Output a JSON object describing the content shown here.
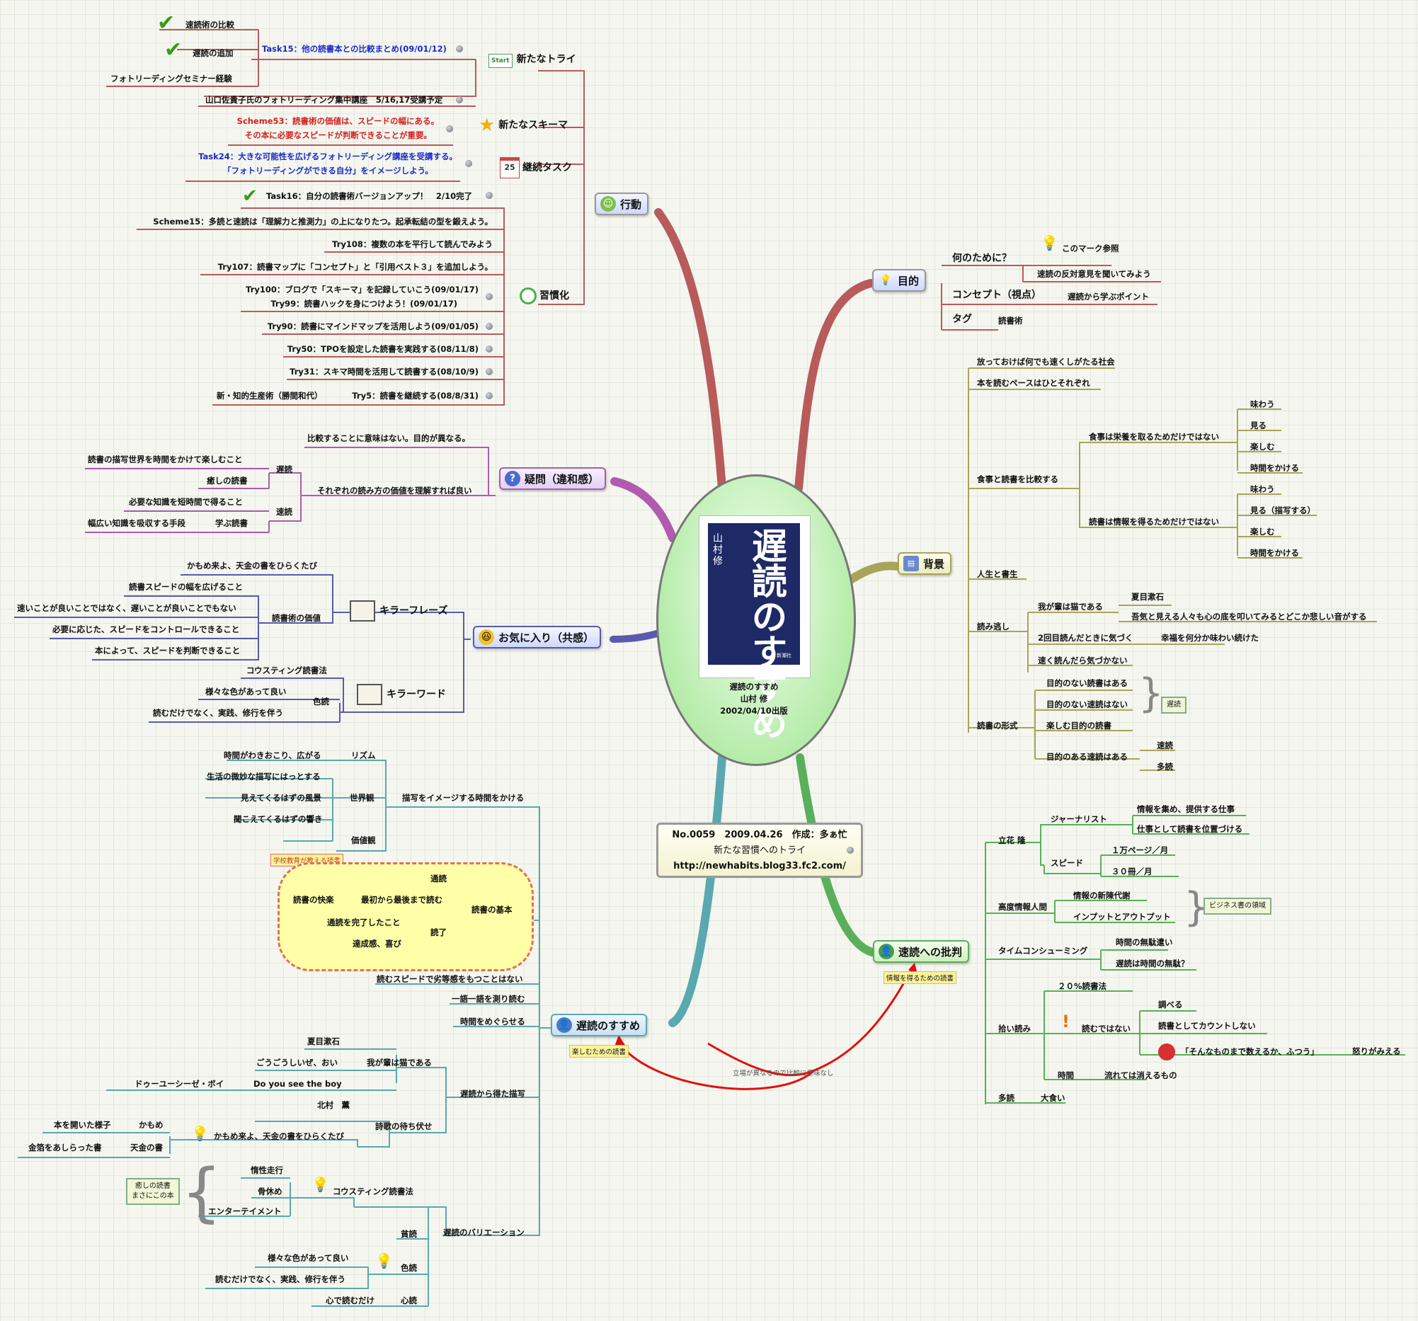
{
  "central": {
    "book_title": "遅読のすすめ",
    "book_author": "山村 修",
    "book_publisher": "新潮社",
    "caption": [
      "遅読のすすめ",
      "山村 修",
      "2002/04/10出版"
    ]
  },
  "info_box": {
    "line1": "No.0059　2009.04.26　作成：多ぁ忙",
    "line2": "新たな習慣へのトライ",
    "line3": "http://newhabits.blog33.fc2.com/"
  },
  "relation_label": "立場が異なるので比較に意味なし",
  "topics": {
    "action": {
      "label": "行動",
      "icon": "smiley-icon",
      "color": "#b85b5b"
    },
    "purpose": {
      "label": "目的",
      "icon": "lightbulb-icon",
      "color": "#b85b5b"
    },
    "background": {
      "label": "背景",
      "icon": "id-card-icon",
      "color": "#a8a45a"
    },
    "doubt": {
      "label": "疑問（違和感）",
      "icon": "question-icon",
      "color": "#b05ab0"
    },
    "favorite": {
      "label": "お気に入り（共感）",
      "icon": "laughing-face-icon",
      "color": "#5a5ab0"
    },
    "critique": {
      "label": "速読への批判",
      "icon": "person-icon",
      "color": "#5ab05a",
      "note": "情報を得るための読書"
    },
    "recommend": {
      "label": "遅読のすすめ",
      "icon": "person-icon",
      "color": "#5aa8b0",
      "note": "楽しむための読書"
    }
  },
  "action": {
    "new_try": {
      "label": "新たなトライ",
      "badge": "Start",
      "task": "Task15：他の読書本との比較まとめ(09/01/12)",
      "subs": [
        "速読術の比較",
        "遅読の追加",
        "フォトリーディングセミナー経験"
      ],
      "seminar": "山口佐貴子氏のフォトリーディング集中講座　5/16,17受講予定"
    },
    "new_schema": {
      "label": "新たなスキーマ",
      "lines": [
        "Scheme53：読書術の価値は、スピードの幅にある。",
        "その本に必要なスピードが判断できることが重要。"
      ]
    },
    "continue_task": {
      "label": "継続タスク",
      "calendar": "25",
      "lines": [
        "Task24：大きな可能性を広げるフォトリーディング講座を受講する。",
        "「フォトリーディングができる自分」をイメージしよう。"
      ]
    },
    "habit": {
      "label": "習慣化",
      "items": [
        "Task16：自分の読書術バージョンアップ！　2/10完了",
        "Scheme15：多読と速読は「理解力と推測力」の上になりたつ。起承転結の型を鍛えよう。",
        "Try108：複数の本を平行して読んでみよう",
        "Try107：読書マップに「コンセプト」と「引用ベスト３」を追加しよう。",
        "Try100：ブログで「スキーマ」を記録していこう(09/01/17)",
        "Try99：読書ハックを身につけよう！(09/01/17)",
        "Try90：読書にマインドマップを活用しよう(09/01/05)",
        "Try50：TPOを設定した読書を実践する(08/11/8)",
        "Try31：スキマ時間を活用して読書する(08/10/9)",
        "Try5：読書を継続する(08/8/31)"
      ],
      "try5_parent": "新・知的生産術（勝間和代）"
    }
  },
  "purpose": {
    "why": "何のために？",
    "mark": "このマーク参照",
    "opposite": "速読の反対意見を聞いてみよう",
    "concept": "コンセプト（視点）",
    "concept_val": "遅読から学ぶポイント",
    "tag": "タグ",
    "tag_val": "読書術"
  },
  "background": {
    "b1": "放っておけば何でも速くしがたる社会",
    "b2": "本を読むペースはひとそれぞれ",
    "compare": "食事と読書を比較する",
    "food": "食事は栄養を取るためだけではない",
    "food_items": [
      "味わう",
      "見る",
      "楽しむ",
      "時間をかける"
    ],
    "read": "読書は情報を得るためだけではない",
    "read_items": [
      "味わう",
      "見る（描写する）",
      "楽しむ",
      "時間をかける"
    ],
    "life": "人生と書生",
    "miss": "読み逃し",
    "cat": "我が輩は猫である",
    "soseki": "夏目漱石",
    "soseki_q": "吾気と見える人々も心の底を叩いてみるとどこか悲しい音がする",
    "second": "2回目読んだときに気づく",
    "happy": "幸福を何分か味わい続けた",
    "fast_miss": "速く読んだら気づかない",
    "forms": "読書の形式",
    "f1": "目的のない読書はある",
    "f2": "目的のない速読はない",
    "f3": "楽しむ目的の読書",
    "f4": "目的のある速読はある",
    "slow": "遅読",
    "fast": "速読",
    "many": "多読"
  },
  "doubt": {
    "meaning": "比較することに意味はない。目的が異なる。",
    "understand": "それぞれの読み方の価値を理解すれば良い",
    "slow": "遅読",
    "slow1": "読書の描写世界を時間をかけて楽しむこと",
    "slow2": "癒しの読書",
    "fast": "速読",
    "fast1": "必要な知識を短時間で得ること",
    "fast2": "幅広い知識を吸収する手段",
    "fast3": "学ぶ読書"
  },
  "favorite": {
    "phrase": "キラーフレーズ",
    "p1": "かもめ来よ、天金の書をひらくたび",
    "value": "読書術の価値",
    "v1": "読書スピードの幅を広げること",
    "v2": "速いことが良いことではなく、遅いことが良いことでもない",
    "v3": "必要に応じた、スピードをコントロールできること",
    "v4": "本によって、スピードを判断できること",
    "word": "キラーワード",
    "w1": "コウスティング読書法",
    "color": "色読",
    "c1": "様々な色があって良い",
    "c2": "読むだけでなく、実践、修行を伴う"
  },
  "critique": {
    "tachibana": "立花 隆",
    "journalist": "ジャーナリスト",
    "j1": "情報を集め、提供する仕事",
    "j2": "仕事として読書を位置づける",
    "speed": "スピード",
    "s1": "１万ページ／月",
    "s2": "３０冊／月",
    "advanced": "高度情報人間",
    "a1": "情報の新陳代謝",
    "a2": "インプットとアウトプット",
    "biz": "ビジネス書の領域",
    "timecon": "タイムコンシューミング",
    "t1": "時間の無駄遣い",
    "t2": "遅読は時間の無駄？",
    "skim": "拾い読み",
    "rule": "２０%読書法",
    "notread": "読むではない",
    "investigate": "調べる",
    "notcount": "読書としてカウントしない",
    "angry_quote": "「そんなものまで数えるか、ふつう」",
    "angry": "怒りがみえる",
    "time": "時間",
    "flow": "流れては消えるもの",
    "tadoku": "多読",
    "bigeat": "大食い"
  },
  "recommend": {
    "imagine": "描写をイメージする時間をかける",
    "rhythm": "リズム",
    "r1": "時間がわきおこり、広がる",
    "world": "世界観",
    "w1": "生活の微妙な描写にはっとする",
    "w2": "見えてくるはずの風景",
    "w3": "聞こえてくるはずの響き",
    "value": "価値観",
    "school": "学校教育が教える読書",
    "basic": "読書の基本",
    "tsudoku": "通読",
    "joy": "読書の快楽",
    "first_last": "最初から最後まで読む",
    "finish": "読了",
    "done": "通読を完了したこと",
    "ach": "達成感、喜び",
    "inferior": "読むスピードで劣等感をもつことはない",
    "word_by_word": "一語一語を測り読む",
    "think": "時間をめぐらせる",
    "desc": "遅読から得た描写",
    "cat": "我が輩は猫である",
    "soseki": "夏目漱石",
    "g1": "ごうごうしいぜ、おい",
    "doyou": "Do you see the boy",
    "doyou_ja": "ドゥーユーシーゼ・ボイ",
    "poem": "詩歌の待ち伏せ",
    "kitamura": "北村　薫",
    "kamome": "かもめ来よ、天金の書をひらくたび",
    "kamome_a": "かもめ",
    "kamome_b": "本を開いた様子",
    "tenkin": "天金の書",
    "tenkin_b": "金箔をあしらった書",
    "variation": "遅読のバリエーション",
    "coasting": "コウスティング読書法",
    "c1": "惰性走行",
    "c2": "骨休め",
    "c3": "エンターテイメント",
    "heal": [
      "癒しの読書",
      "まさにこの本"
    ],
    "poor": "貧読",
    "color": "色読",
    "cl1": "様々な色があって良い",
    "cl2": "読むだけでなく、実践、修行を伴う",
    "heart": "心読",
    "h1": "心で読むだけ"
  }
}
